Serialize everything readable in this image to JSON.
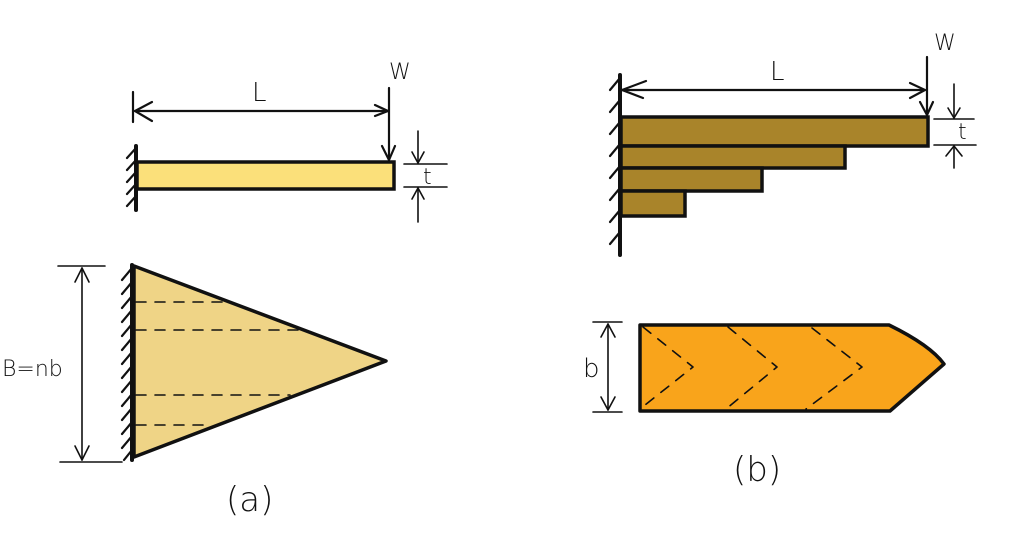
{
  "diagram": {
    "subject": "Cantilever leaf spring: triangular plate vs. equivalent stacked leaves",
    "colors": {
      "plate_a": "#fbe07a",
      "triangle_a": "#efd486",
      "leaves_b": "#a9842a",
      "strip_b": "#f9a41b",
      "ink": "#111111",
      "background": "#ffffff"
    },
    "panel_a": {
      "caption": "(a)",
      "side_view": {
        "length_label": "L",
        "load_label": "W",
        "thickness_label": "t"
      },
      "plan_view": {
        "width_label": "B=nb",
        "dashed_strip_lines": 4
      }
    },
    "panel_b": {
      "caption": "(b)",
      "side_view": {
        "length_label": "L",
        "load_label": "W",
        "thickness_label": "t",
        "leaf_count": 4
      },
      "plan_view": {
        "width_label": "b",
        "chevron_dashed_lines": 3
      }
    }
  }
}
